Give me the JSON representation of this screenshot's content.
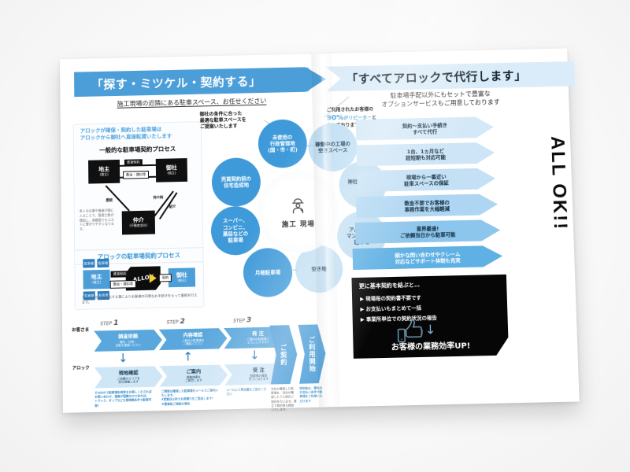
{
  "headers": {
    "left_title": "「探す・ミツケル・契約する」",
    "right_title": "「すべてアロックで代行します」",
    "left_sub": "施工現場の近隣にある駐車スペース、お任せください",
    "right_sub_line1": "駐車場手配以外にもセットで豊富な",
    "right_sub_line2": "オプションサービスもご用意しております"
  },
  "left_card": {
    "note_line1": "アロックが確保・契約した駐車場は",
    "note_line2": "アロックから御社へ直接転貸いたします",
    "heading_general": "一般的な駐車場契約プロセス",
    "heading_allok": "アロックの駐車場契約プロセス",
    "side_note": "多くの企業や業者が間に入ることで、管理工数が増加し、高額面でもコストに繋がりやすくなります。",
    "foot_note": "アロックが一括対応する事によりお客様の円滑なお手続きをもって業務を行えます。",
    "boxes": {
      "landowner": {
        "t1": "地主",
        "t2": "(貸主)"
      },
      "yourcompany": {
        "t1": "御社",
        "t2": "(借主)"
      },
      "broker": {
        "t1": "仲介",
        "t2": "(不動産会社)"
      },
      "landowner2": {
        "t1": "地主",
        "t2": "(貸主)"
      },
      "yourcompany2": {
        "t1": "御社",
        "t2": "(借主)"
      }
    },
    "labels": {
      "lease_contract": "賃貸契約",
      "deposit_rent": "敷金・賃料等",
      "consign": "委託",
      "broker_fee": "仲介料",
      "intro": "紹介",
      "lease_contract2": "賃貸契約",
      "deposit_rent2": "敷金・賃料等",
      "contract2": "契約",
      "minibox": "駐車場"
    },
    "logo_text": "ALLOK"
  },
  "steps": {
    "row1_label": "お客さま",
    "row2_label": "アロック",
    "numbers": [
      "STEP",
      "STEP",
      "STEP"
    ],
    "digits": [
      "1",
      "2",
      "3"
    ],
    "top": [
      {
        "title": "調査依頼",
        "desc": "場所・日時・\n台数を連絡ください"
      },
      {
        "title": "内容確認",
        "desc": "ご案内の駐車場を\nご確認ください"
      },
      {
        "title": "発 注",
        "desc": "ご案内の駐車場で\nよろしいですか?"
      }
    ],
    "bottom": [
      {
        "title": "現地確認",
        "desc": "ご依頼のエリアを\n即日調査します"
      },
      {
        "title": "ご案内",
        "desc": "調査結果を\nご報告します"
      },
      {
        "title": "受 注",
        "desc": "駐車場の確保\n完了になります"
      }
    ],
    "big": [
      "ご契約",
      "ご利用開始"
    ],
    "footnotes": [
      "そのほかで駐車場利用等をお探しくださればお問い合わせ、運搬が困難なのであれば。\nトラック、ダンプなども短時間条件で駐車可能!",
      "ご報告は確保した駐車場をメールでご案内いたします。\n4営業日以内でお見積りをご提出します!\n※要事前ご相談の場合",
      "メールにて発注書をご送付ください",
      "当社の確保した駐車場を、当社が確認したうえ即日ご契約を行います。発注で契約書も締結いたします。",
      "契約後は、貴社のお支払い条件で駐車場をご利用いただけます"
    ]
  },
  "hub": {
    "center_label": "施工 現場",
    "center_icon": "worker-helmet-icon",
    "callout_left": "御社の条件に合った\n最適な駐車スペースを\nご提案いたします",
    "callout_right_line1": "ご利用されたお客様の",
    "callout_right_pct": "90%",
    "callout_right_mid": "がリピーター",
    "callout_right_tail": "と",
    "callout_right_line3": "なっております。",
    "nodes": [
      {
        "label": "未使用の\n行政管理地\n(国・市・町)",
        "tone": "dk"
      },
      {
        "label": "稼働中の工場の\n空きスペース",
        "tone": "lt"
      },
      {
        "label": "神社やお寺の\n境内",
        "tone": "lt"
      },
      {
        "label": "アパート、\nマンションの\n駐車場",
        "tone": "lt"
      },
      {
        "label": "空き地",
        "tone": "lt"
      },
      {
        "label": "月極駐車場",
        "tone": "dk"
      },
      {
        "label": "スーパー、\nコンビニ、\n薬局などの\n駐車場",
        "tone": "dk"
      },
      {
        "label": "売買契約前の\n住宅造成地",
        "tone": "dk"
      }
    ]
  },
  "right_panel": {
    "items": [
      "契約〜支払い手続き\nすべて代行",
      "1台、1ヵ月など\n超短期も対応可能",
      "現場から一番近い\n駐車スペースの保証",
      "敷金不要でお客様の\n事務作業を大幅軽減",
      "業界最速!\nご依頼当日から駐車可能",
      "細かな問い合わせやクレーム\n対応などサポート体制も充実"
    ],
    "vertical_text": "ALL OK!!",
    "black_box": {
      "heading": "更に基本契約を結ぶと…",
      "bullets": [
        "現場毎の契約書不要です",
        "お支払いもまとめて一括",
        "事業所単位での契約状況の報告"
      ],
      "arrow": "↓",
      "footer": "お客様の業務効率UP!"
    },
    "thumb_icon": "thumbs-up-icon"
  },
  "colors": {
    "brand_blue": "#4c9ed9",
    "light_blue": "#daecf9",
    "mid_blue": "#7cc0e8",
    "pale_blue": "#bfdef3",
    "black": "#060606"
  }
}
